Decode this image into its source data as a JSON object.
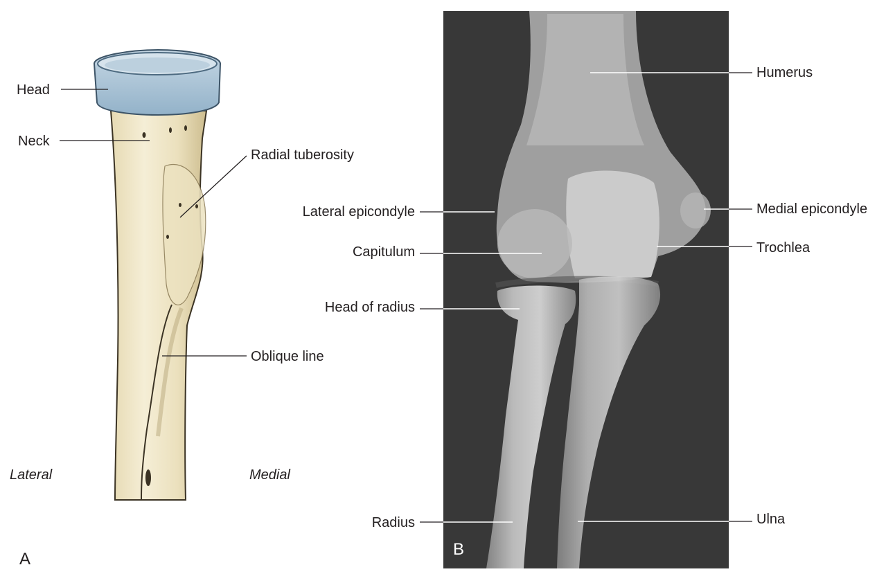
{
  "panel_a": {
    "letter": "A",
    "labels": {
      "head": "Head",
      "neck": "Neck",
      "radial_tuberosity": "Radial tuberosity",
      "oblique_line": "Oblique line",
      "lateral": "Lateral",
      "medial": "Medial"
    }
  },
  "panel_b": {
    "letter": "B",
    "labels": {
      "humerus": "Humerus",
      "lateral_epicondyle": "Lateral epicondyle",
      "medial_epicondyle": "Medial epicondyle",
      "capitulum": "Capitulum",
      "trochlea": "Trochlea",
      "head_of_radius": "Head of radius",
      "radius": "Radius",
      "ulna": "Ulna"
    }
  },
  "colors": {
    "bone": "#efe6c6",
    "bone_shadow": "#cfc095",
    "cartilage": "#a9c3d6",
    "xray_background": "#3e3e3e",
    "text": "#231f20"
  }
}
